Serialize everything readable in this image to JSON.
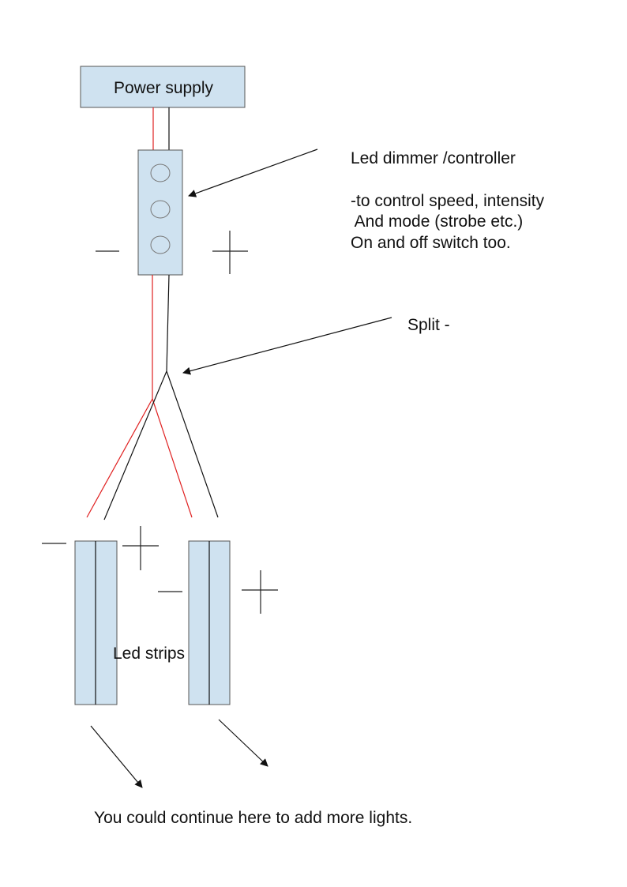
{
  "labels": {
    "power_supply": "Power supply",
    "controller_title": "Led dimmer /controller",
    "controller_desc_1": "-to control speed, intensity",
    "controller_desc_2": " And mode (strobe etc.)",
    "controller_desc_3": "On and off switch too.",
    "split": "Split -",
    "led_strips": "Led strips",
    "continue_note": "You could continue here to add more lights."
  },
  "colors": {
    "box_fill": "#cfe2f0",
    "positive_wire": "#e02020",
    "negative_wire": "#111111"
  }
}
